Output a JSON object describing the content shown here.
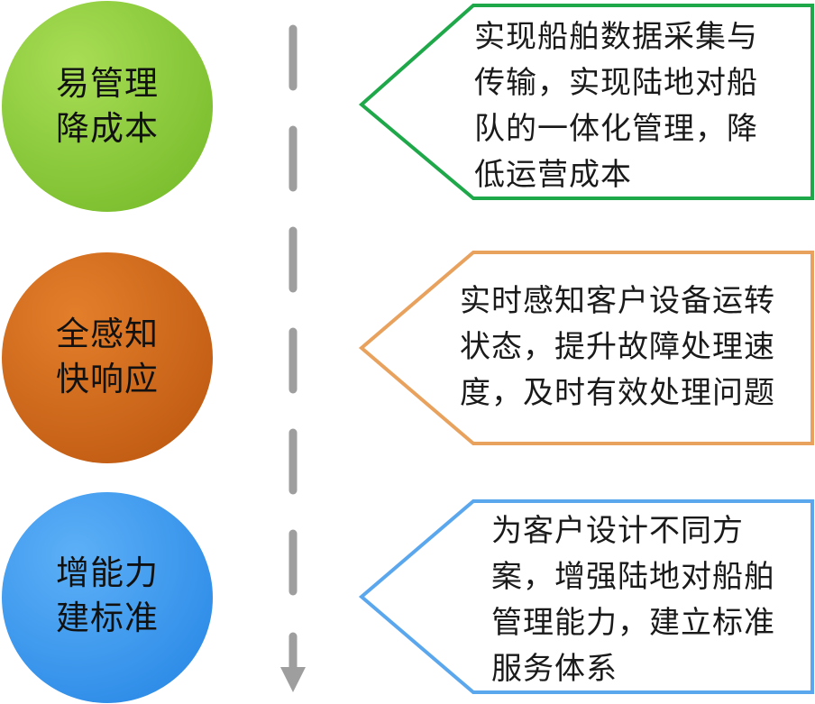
{
  "items": [
    {
      "circle_label": "易管理\n降成本",
      "description": "实现船舶数据采集与\n传输，实现陆地对船\n队的一体化管理，降\n低运营成本",
      "circle_color": "#8DC63F",
      "border_color": "#1FA84A"
    },
    {
      "circle_label": "全感知\n快响应",
      "description": "实时感知客户设备运转\n状态，提升故障处理速\n度，及时有效处理问题",
      "circle_color": "#D46A1C",
      "border_color": "#E8A25E"
    },
    {
      "circle_label": "增能力\n建标准",
      "description": "为客户设计不同方\n案，增强陆地对船舶\n管理能力，建立标准\n服务体系",
      "circle_color": "#3C9BF0",
      "border_color": "#5BA7EE"
    }
  ],
  "colors": {
    "timeline": "#9E9E9E"
  }
}
